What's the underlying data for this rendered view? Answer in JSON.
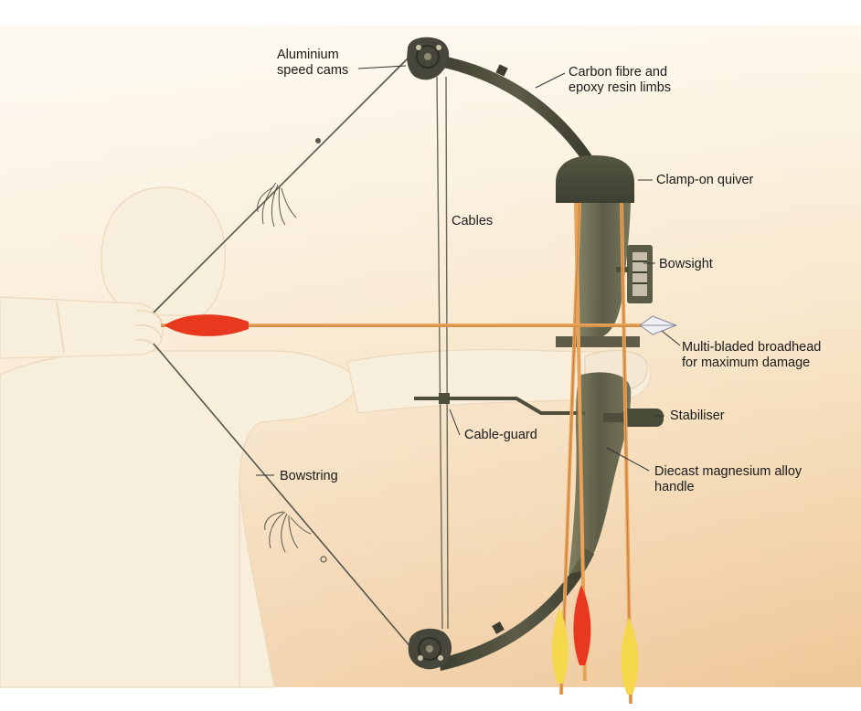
{
  "labels": {
    "cams": {
      "lines": [
        "Aluminium",
        "speed cams"
      ]
    },
    "limbs": {
      "lines": [
        "Carbon fibre and",
        "epoxy resin limbs"
      ]
    },
    "quiver": {
      "lines": [
        "Clamp-on quiver"
      ]
    },
    "cables": {
      "lines": [
        "Cables"
      ]
    },
    "bowsight": {
      "lines": [
        "Bowsight"
      ]
    },
    "broadhead": {
      "lines": [
        "Multi-bladed broadhead",
        "for maximum damage"
      ]
    },
    "stabiliser": {
      "lines": [
        "Stabiliser"
      ]
    },
    "cableguard": {
      "lines": [
        "Cable-guard"
      ]
    },
    "handle": {
      "lines": [
        "Diecast magnesium alloy",
        "handle"
      ]
    },
    "bowstring": {
      "lines": [
        "Bowstring"
      ]
    }
  },
  "colors": {
    "background_light": "#fbf3e2",
    "background_warm": "#efc797",
    "figure_fill": "#f7ecd9",
    "bow_metal": "#4e4e3c",
    "string": "#55554a",
    "arrow_shaft": "#e8a25a",
    "fletch_red": "#e8381e",
    "fletch_yellow": "#f4d74a",
    "leader": "#333333"
  }
}
